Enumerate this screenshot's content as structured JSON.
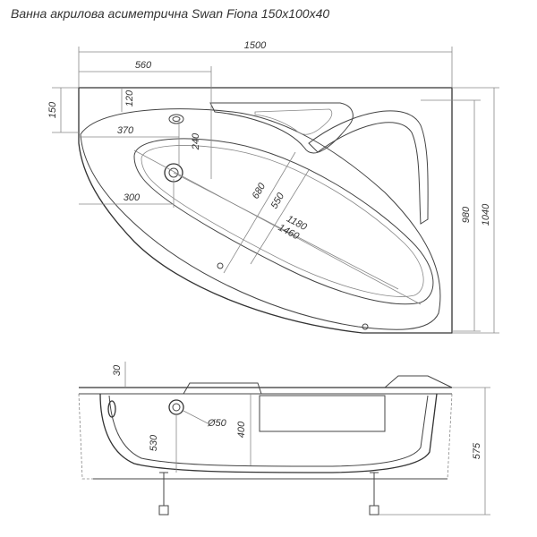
{
  "title": "Ванна акрилова асиметрична Swan Fiona 150x100x40",
  "dimensions": {
    "top_view": {
      "width": "1500",
      "left_offset": "560",
      "top_offset": "120",
      "top_strip": "150",
      "seat_width": "370",
      "seat_depth": "240",
      "drain_offset": "300",
      "inner_width": "680",
      "inner_diagonal": "550",
      "bottom_length": "1180",
      "outer_length": "1460",
      "inner_height": "980",
      "total_height": "1040"
    },
    "side_view": {
      "rim": "30",
      "overflow": "Ø50",
      "drain_height": "530",
      "depth": "400",
      "total_height": "575"
    }
  }
}
